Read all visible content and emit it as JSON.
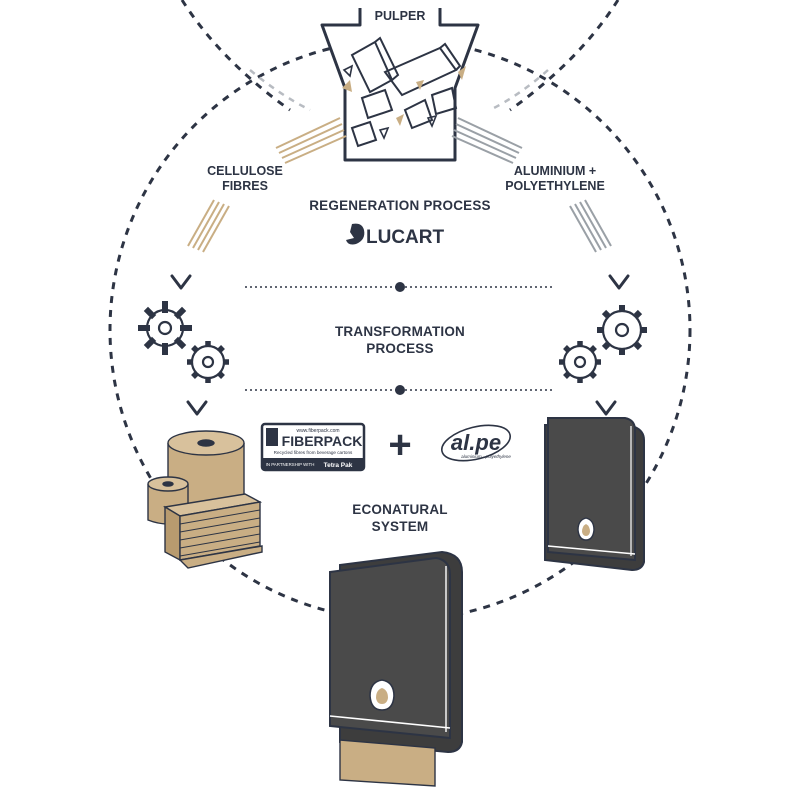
{
  "labels": {
    "pulper": "PULPER",
    "cellulose_line1": "CELLULOSE",
    "cellulose_line2": "FIBRES",
    "aluminium_line1": "ALUMINIUM +",
    "aluminium_line2": "POLYETHYLENE",
    "regeneration": "REGENERATION PROCESS",
    "transformation_line1": "TRANSFORMATION",
    "transformation_line2": "PROCESS",
    "econatural_line1": "ECONATURAL",
    "econatural_line2": "SYSTEM",
    "plus": "+"
  },
  "logos": {
    "lucart": "LUCART",
    "fiberpack_url": "www.fiberpack.com",
    "fiberpack_name": "FIBERPACK",
    "fiberpack_tagline": "Recycled fibres from beverage cartons",
    "fiberpack_partner": "IN PARTNERSHIP WITH",
    "tetrapak": "Tetra Pak",
    "alpe_name": "al.pe",
    "alpe_tagline": "aluminium · polyethylene"
  },
  "colors": {
    "ink": "#2d3444",
    "kraft": "#c9ae84",
    "dispenser": "#4a4a4a",
    "grey_line": "#9aa0a6"
  }
}
